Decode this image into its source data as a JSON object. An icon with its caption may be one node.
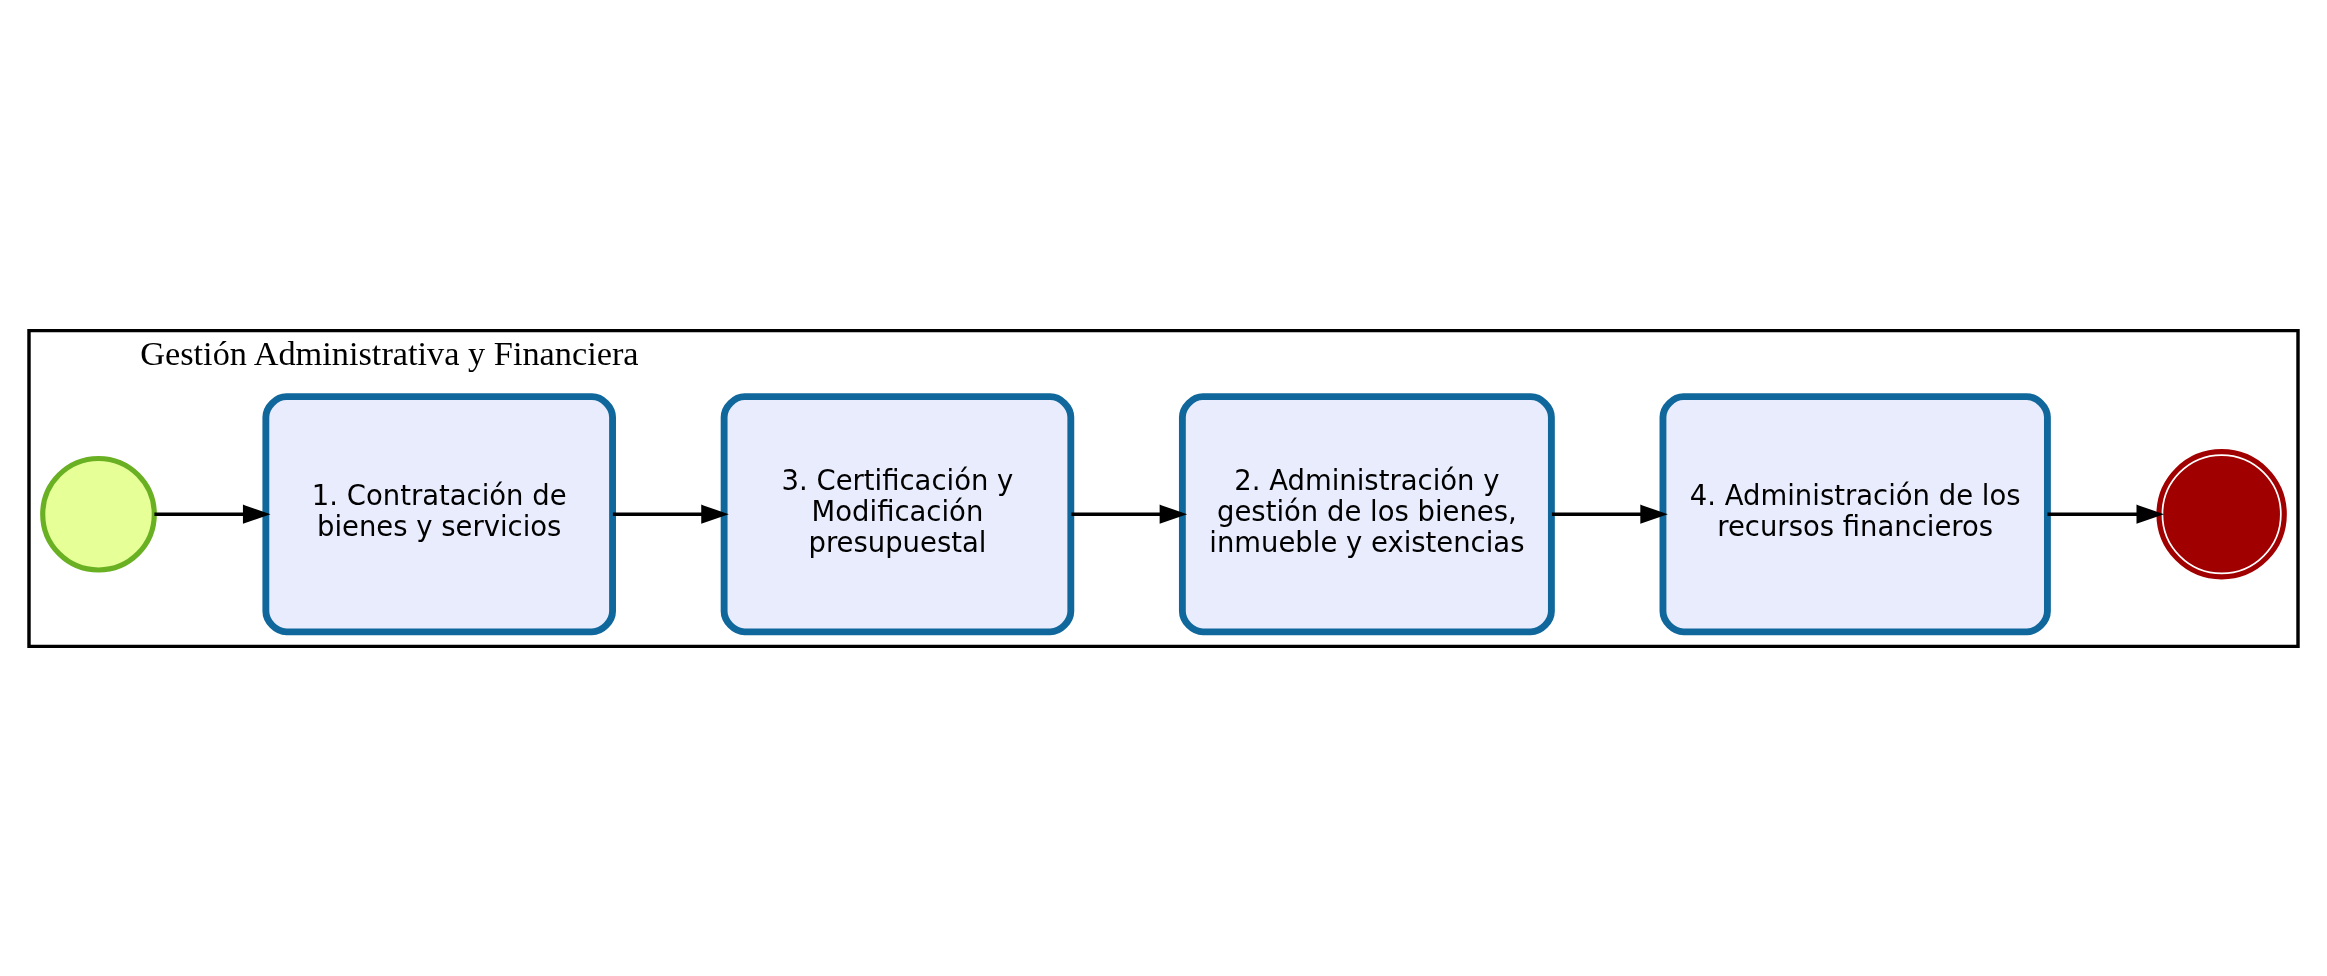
{
  "diagram": {
    "nodes": [
      {
        "text": [
          "Gestión Administrativa y Financiera"
        ]
      },
      {
        "text": [],
        "shape": "circle",
        "in": 0
      },
      {
        "text": [
          "1. Contratación de bienes y servicios"
        ],
        "in": 0
      },
      {
        "text": [
          "3. Certificación y Modificación presupuestal"
        ],
        "in": 0
      },
      {
        "text": [
          "2. Administración y gestión de los bienes, inmueble y existencias"
        ],
        "in": 0
      },
      {
        "text": [
          "4. Administración de los recursos financieros"
        ],
        "in": 0
      },
      {
        "text": [],
        "shape": "circle",
        "in": 0
      }
    ],
    "edges": [
      {
        "from": 1,
        "to": 2,
        "arrow": "to"
      },
      {
        "from": 2,
        "to": 3,
        "arrow": "to"
      },
      {
        "from": 3,
        "to": 4,
        "arrow": "to"
      },
      {
        "from": 4,
        "to": 5,
        "arrow": "to"
      },
      {
        "from": 5,
        "to": 6,
        "arrow": "to"
      }
    ]
  }
}
